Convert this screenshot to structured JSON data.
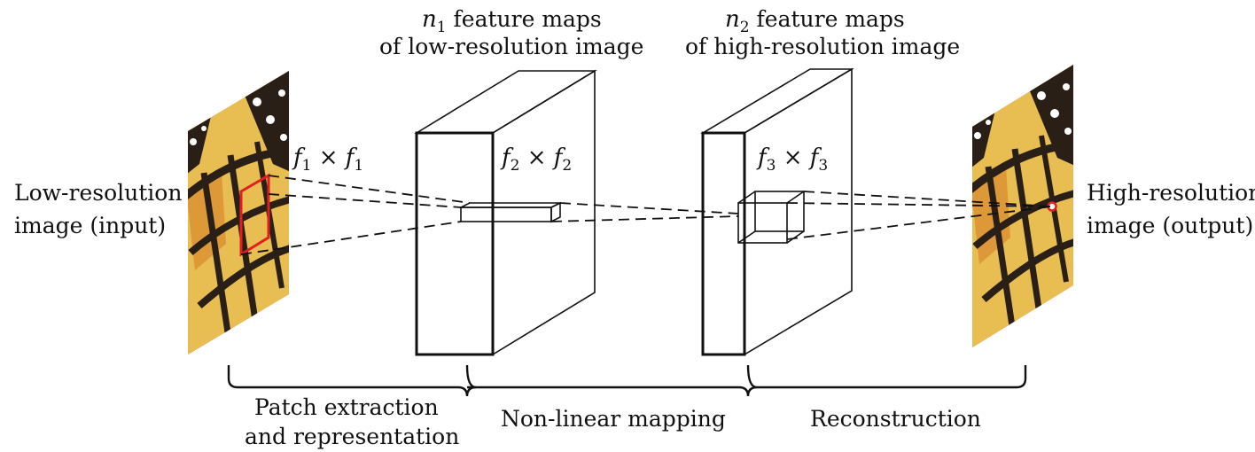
{
  "labels": {
    "input_line1": "Low-resolution",
    "input_line2": "image (input)",
    "output_line1": "High-resolution",
    "output_line2": "image (output)",
    "n1_var": "n",
    "n1_sub": "1",
    "n1_text": " feature maps",
    "n1_line2": "of low-resolution image",
    "n2_var": "n",
    "n2_sub": "2",
    "n2_text": " feature maps",
    "n2_line2": "of high-resolution image",
    "f1_var_a": "f",
    "f1_sub_a": "1",
    "f1_times": " × ",
    "f1_var_b": "f",
    "f1_sub_b": "1",
    "f2_var_a": "f",
    "f2_sub_a": "2",
    "f2_times": " × ",
    "f2_var_b": "f",
    "f2_sub_b": "2",
    "f3_var_a": "f",
    "f3_sub_a": "3",
    "f3_times": " × ",
    "f3_var_b": "f",
    "f3_sub_b": "3"
  },
  "stages": {
    "stage1_line1": "Patch extraction",
    "stage1_line2": "and representation",
    "stage2": "Non-linear mapping",
    "stage3": "Reconstruction"
  },
  "colors": {
    "patch": "#e02020",
    "wing_yellow": "#e8bd52",
    "wing_orange": "#d9892e",
    "vein": "#2a1f16",
    "flower_pink": "#c25b8a"
  },
  "icons": {
    "input_image": "butterfly-wing-lowres",
    "output_image": "butterfly-wing-highres"
  }
}
